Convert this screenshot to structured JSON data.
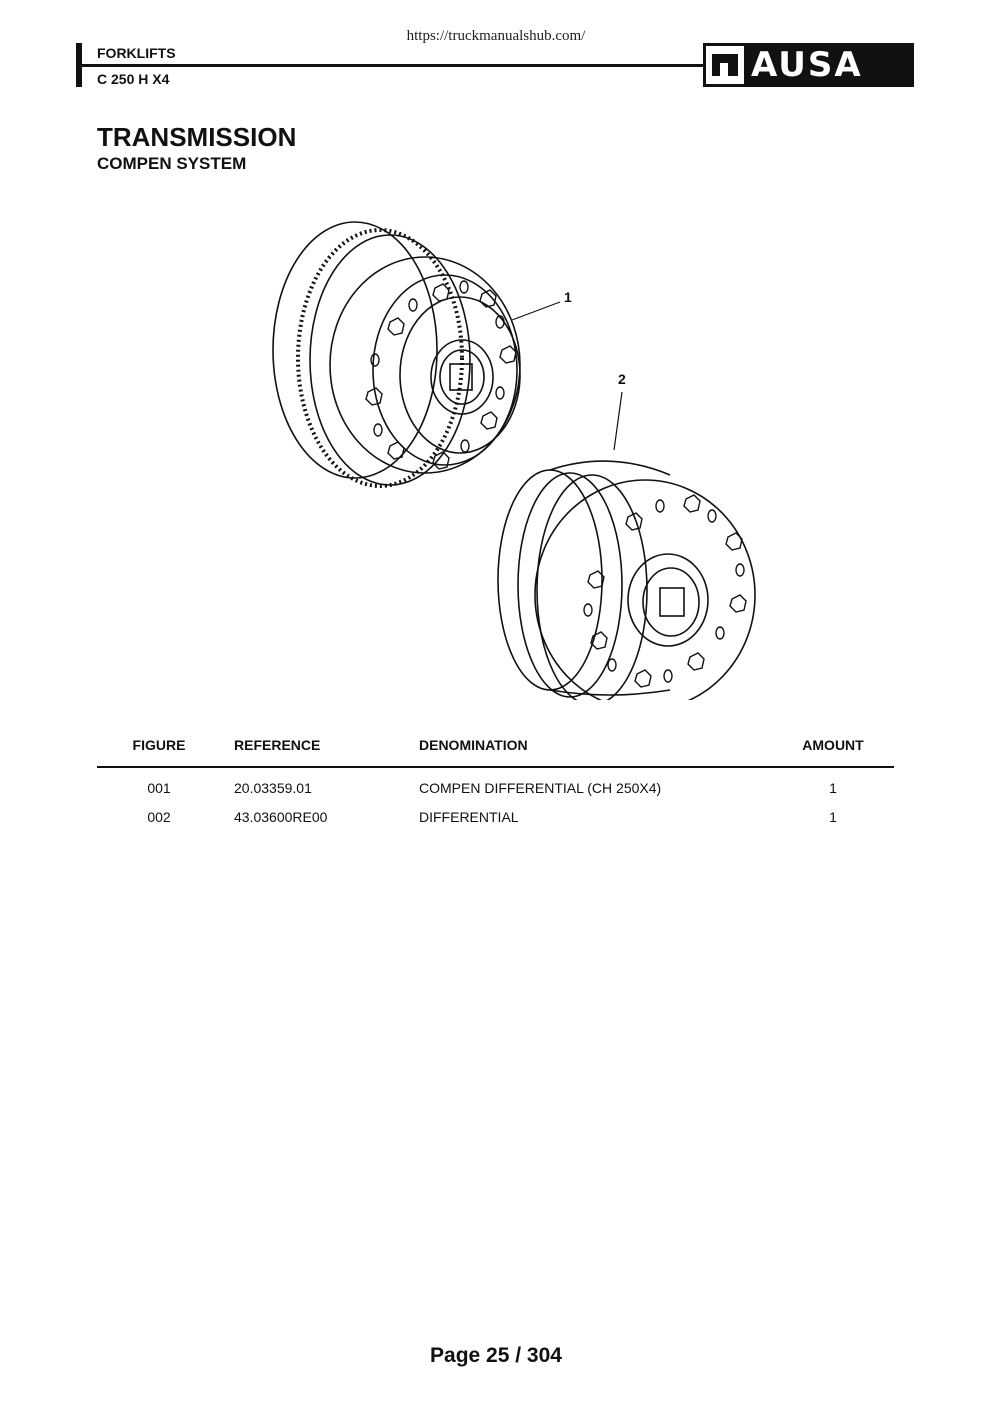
{
  "source_url": "https://truckmanualshub.com/",
  "header": {
    "category": "FORKLIFTS",
    "model": "C 250 H X4",
    "logo_text": "AUSA"
  },
  "section": {
    "title": "TRANSMISSION",
    "subtitle": "COMPEN SYSTEM"
  },
  "figure": {
    "callouts": [
      "1",
      "2"
    ]
  },
  "table": {
    "headers": {
      "figure": "FIGURE",
      "reference": "REFERENCE",
      "denomination": "DENOMINATION",
      "amount": "AMOUNT"
    },
    "rows": [
      {
        "figure": "001",
        "reference": "20.03359.01",
        "denomination": "COMPEN DIFFERENTIAL (CH 250X4)",
        "amount": "1"
      },
      {
        "figure": "002",
        "reference": "43.03600RE00",
        "denomination": "DIFFERENTIAL",
        "amount": "1"
      }
    ]
  },
  "footer": {
    "page_label": "Page 25 / 304"
  }
}
